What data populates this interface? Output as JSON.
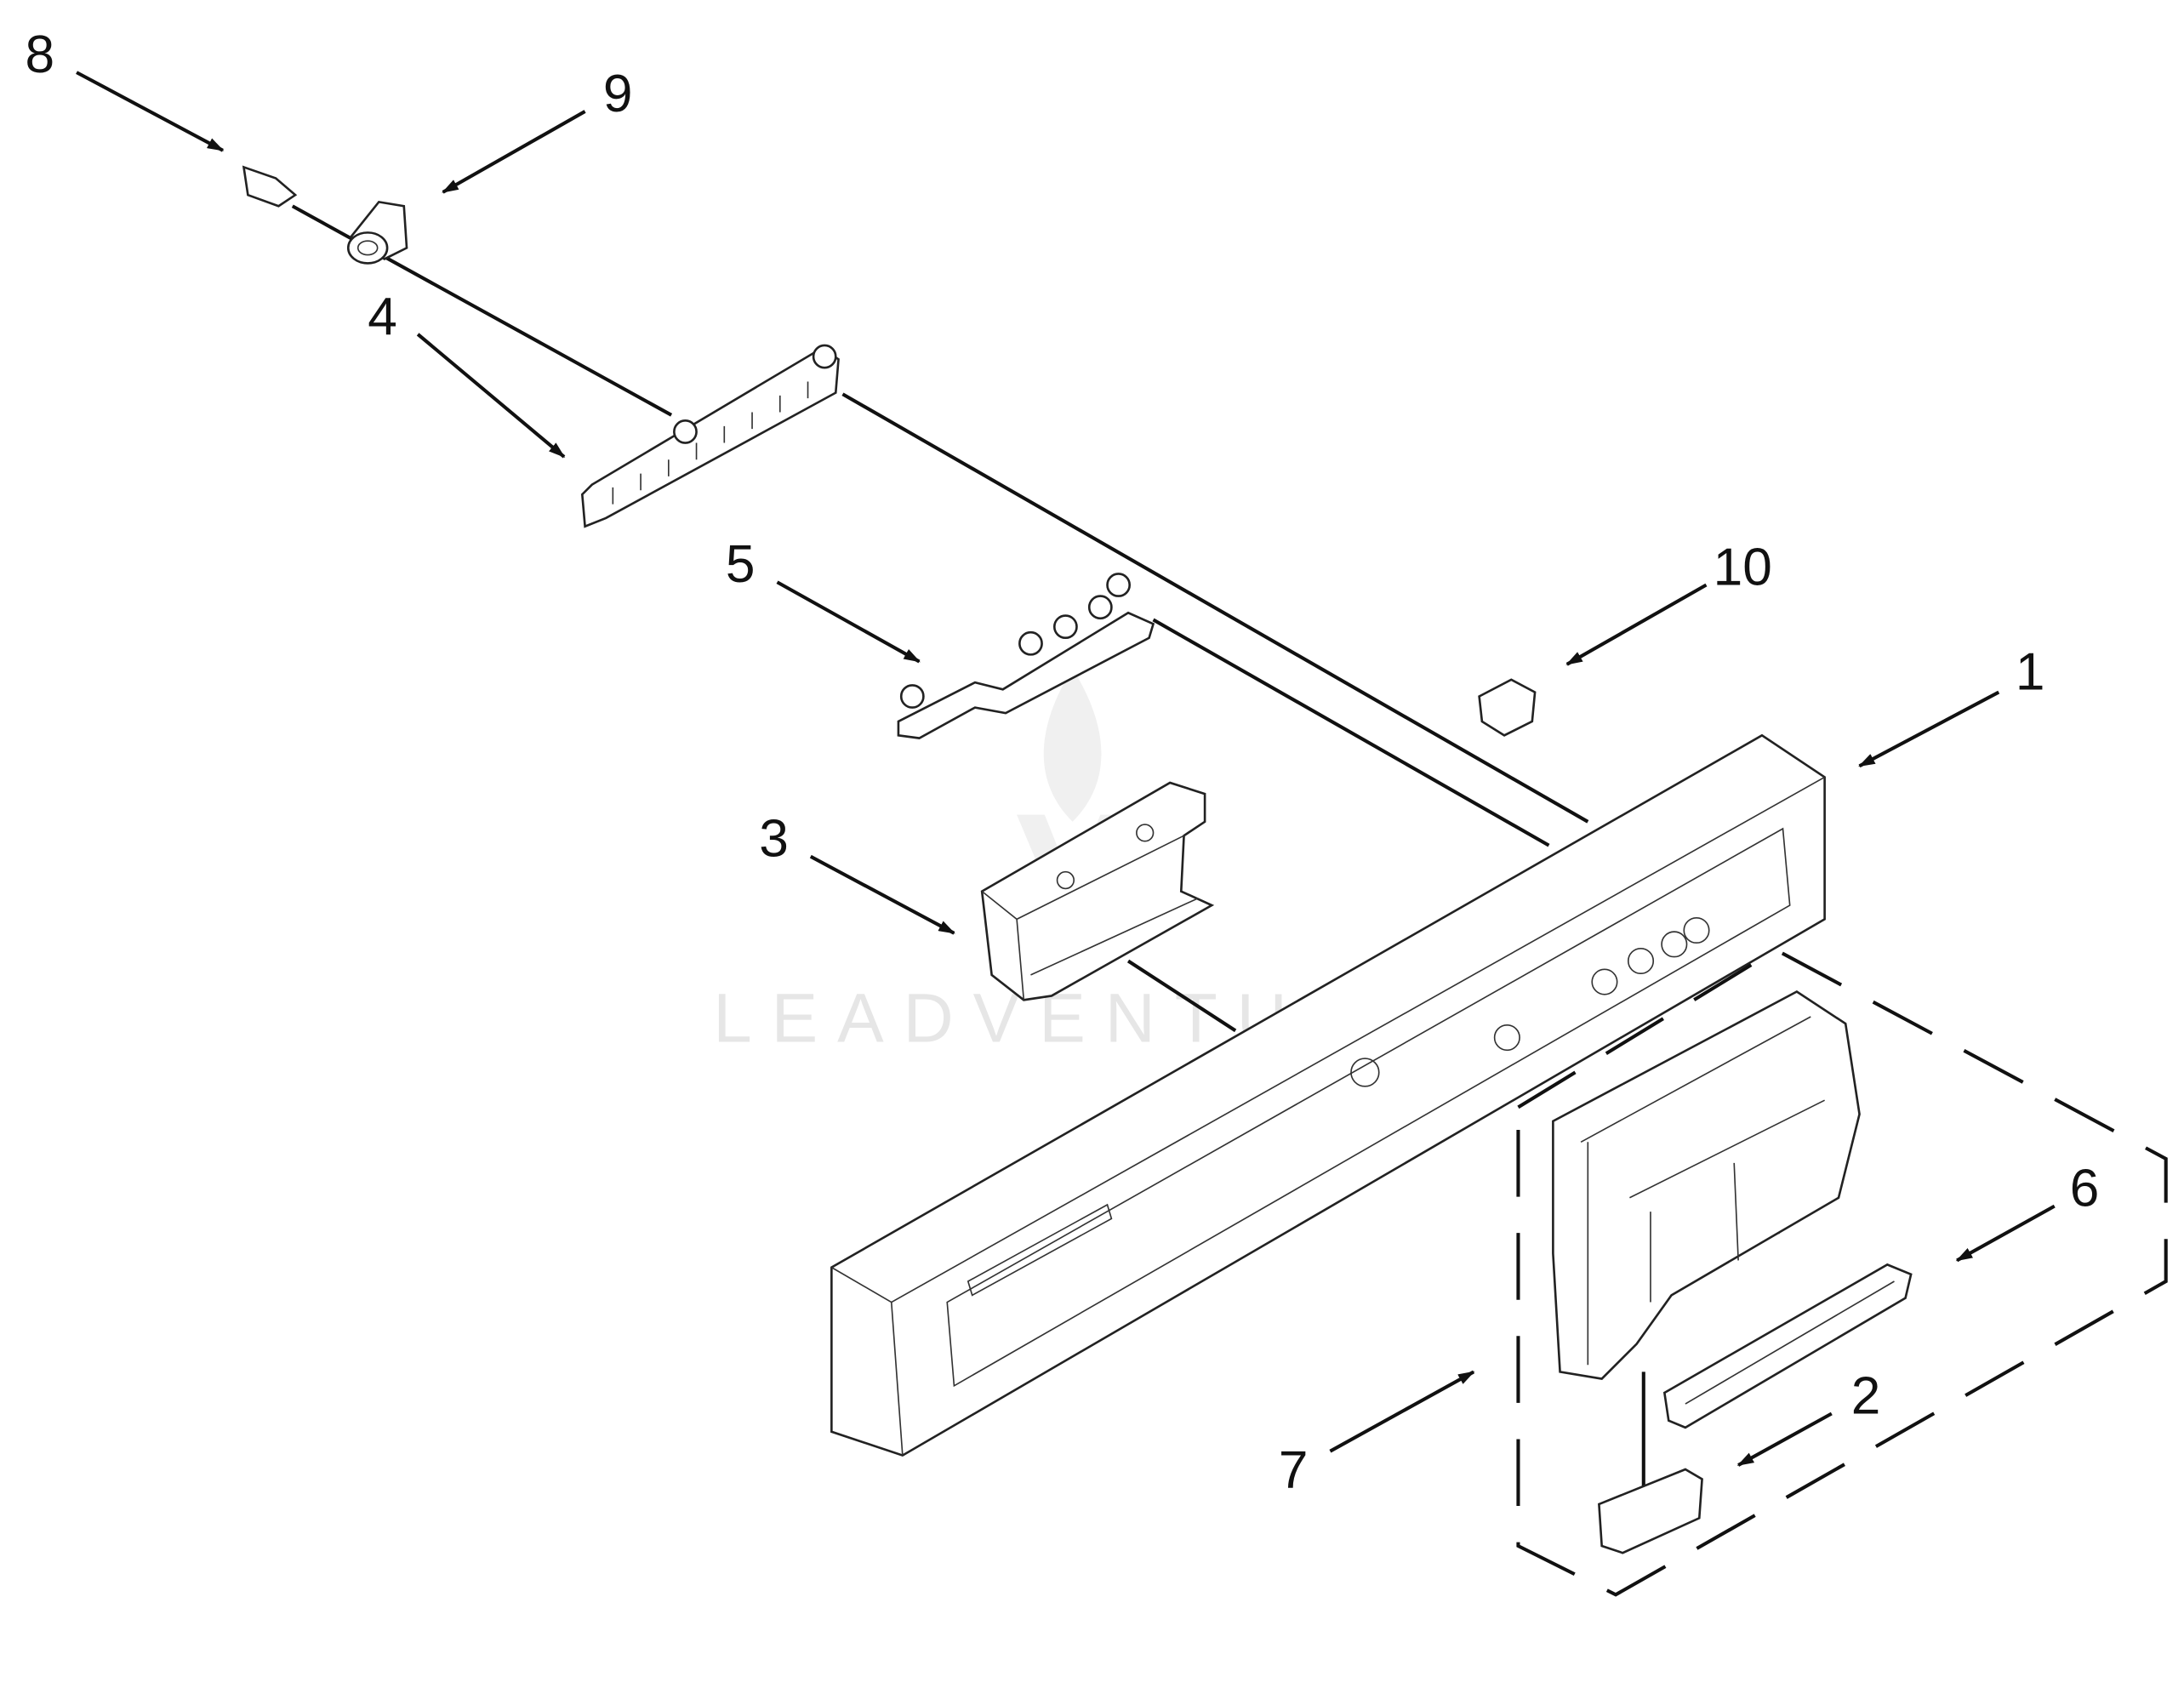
{
  "diagram": {
    "callouts": [
      {
        "id": "8",
        "label": "8"
      },
      {
        "id": "9",
        "label": "9"
      },
      {
        "id": "4",
        "label": "4"
      },
      {
        "id": "5",
        "label": "5"
      },
      {
        "id": "10",
        "label": "10"
      },
      {
        "id": "1",
        "label": "1"
      },
      {
        "id": "3",
        "label": "3"
      },
      {
        "id": "6",
        "label": "6"
      },
      {
        "id": "2",
        "label": "2"
      },
      {
        "id": "7",
        "label": "7"
      }
    ],
    "watermark": "LEADVENTURE",
    "colors": {
      "line": "#111111",
      "watermark": "#e6e6e6",
      "background": "#ffffff"
    }
  }
}
